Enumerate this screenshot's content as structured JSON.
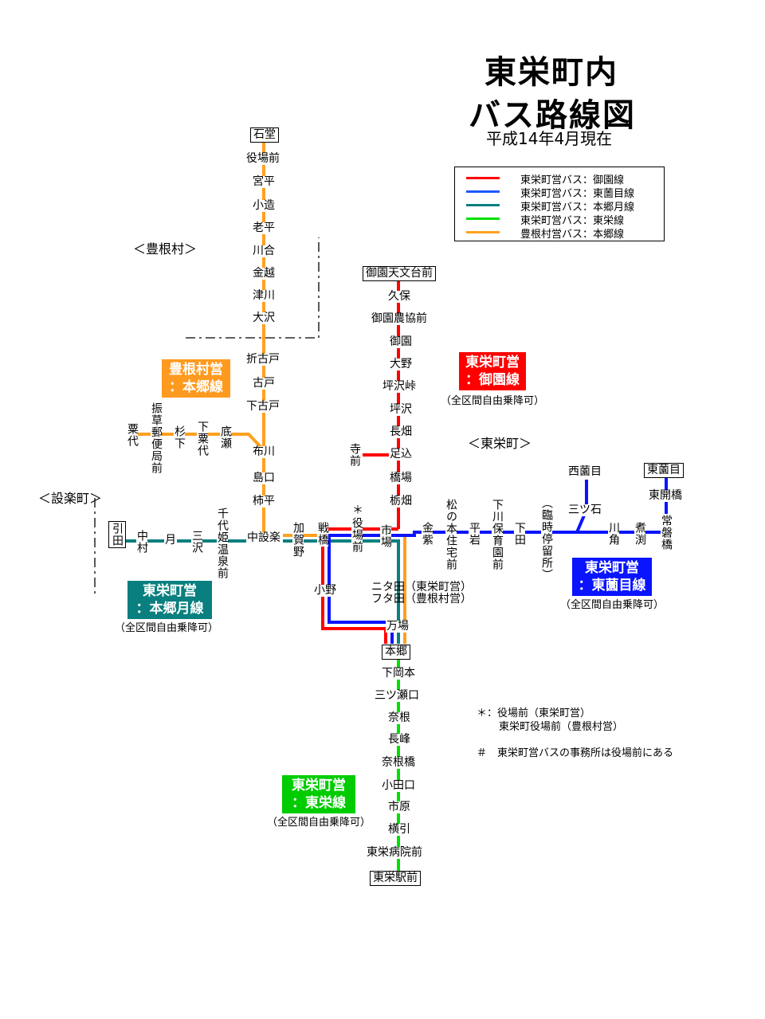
{
  "title": {
    "line1": "東栄町内",
    "line2": "バス路線図",
    "date": "平成14年4月現在"
  },
  "colors": {
    "miso": "#ff0000",
    "higashizono": "#0a3cff",
    "hongo_tsuki": "#0a7f7f",
    "toei": "#00e000",
    "toyone_hongo": "#ffa020"
  },
  "legend": [
    {
      "color": "#ff0000",
      "label": "東栄町営バス：御園線"
    },
    {
      "color": "#1e5aff",
      "label": "東栄町営バス：東薗目線"
    },
    {
      "color": "#0a7f7f",
      "label": "東栄町営バス：本郷月線"
    },
    {
      "color": "#00e000",
      "label": "東栄町営バス：東栄線"
    },
    {
      "color": "#ffa020",
      "label": "豊根村営バス：本郷線"
    }
  ],
  "regions": {
    "toyone": "＜豊根村＞",
    "shitara": "＜設楽町＞",
    "toei": "＜東栄町＞"
  },
  "badges": {
    "toyone": {
      "line1": "豊根村営",
      "line2": "：本郷線"
    },
    "miso": {
      "line1": "東栄町営",
      "line2": "：御園線",
      "note": "（全区間自由乗降可）"
    },
    "tsuki": {
      "line1": "東栄町営",
      "line2": "：本郷月線",
      "note": "（全区間自由乗降可）"
    },
    "higashizono": {
      "line1": "東栄町営",
      "line2": "：東薗目線",
      "note": "（全区間自由乗降可）"
    },
    "toei": {
      "line1": "東栄町営",
      "line2": "：東栄線",
      "note": "（全区間自由乗降可）"
    }
  },
  "stops": {
    "toyone_main": [
      "石堂",
      "役場前",
      "宮平",
      "小造",
      "老平",
      "川合",
      "金越",
      "津川",
      "大沢",
      "折古戸",
      "古戸",
      "下古戸",
      "布川",
      "島口",
      "柿平",
      "中設楽"
    ],
    "toyone_branch": [
      "粟代",
      "振草郵便局前",
      "杉下",
      "下粟代",
      "底瀬"
    ],
    "tsuki": [
      "引田",
      "中村",
      "月",
      "三沢",
      "千代姫温泉前"
    ],
    "trunk": [
      "加賀野",
      "戦橋",
      "役場前",
      "市場"
    ],
    "trunk_mark": "＊",
    "miso": [
      "御園天文台前",
      "久保",
      "御園農協前",
      "御園",
      "大野",
      "坪沢峠",
      "坪沢",
      "長畑",
      "足込",
      "橋場",
      "栃畑"
    ],
    "miso_branch": "寺前",
    "higashizono": [
      "金紫",
      "松の本住宅前",
      "平岩",
      "下川保育園前",
      "下田",
      "（臨時停留所）",
      "三ツ石",
      "西薗目",
      "川角",
      "煮渕",
      "常磐橋",
      "東開橋",
      "東薗目"
    ],
    "south": [
      "小野",
      "万場",
      "本郷"
    ],
    "futatsuda1": "ニタ田（東栄町営）",
    "futatsuda2": "フタ田（豊根村営）",
    "toei": [
      "下岡本",
      "三ツ瀬口",
      "奈根",
      "長峰",
      "奈根橋",
      "小田口",
      "市原",
      "横引",
      "東栄病院前",
      "東栄駅前"
    ]
  },
  "notes": {
    "star1": "＊：役場前（東栄町営）",
    "star2": "東栄町役場前（豊根村営）",
    "hash": "＃　東栄町営バスの事務所は役場前にある"
  }
}
